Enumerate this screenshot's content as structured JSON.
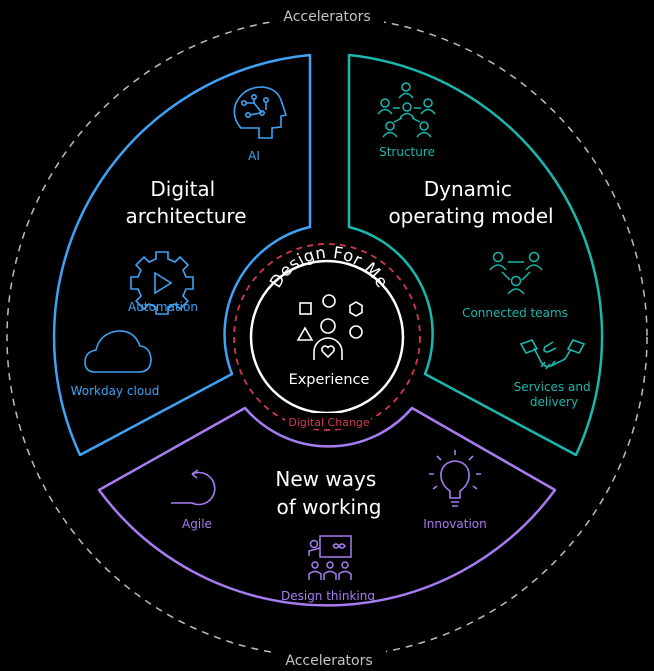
{
  "outer_label_top": "Accelerators",
  "outer_label_bottom": "Accelerators",
  "segments": {
    "digital_architecture": {
      "title_lines": [
        "Digital",
        "architecture"
      ],
      "color": "#3ea3f5",
      "items": {
        "ai": "AI",
        "automation": "Automation",
        "workday_cloud": "Workday cloud"
      }
    },
    "dynamic_operating_model": {
      "title_lines": [
        "Dynamic",
        "operating model"
      ],
      "color": "#1bb6ad",
      "items": {
        "structure": "Structure",
        "connected_teams": "Connected teams",
        "services_line1": "Services and",
        "services_line2": "delivery"
      }
    },
    "new_ways_of_working": {
      "title_lines": [
        "New ways",
        "of working"
      ],
      "color": "#a77cf0",
      "items": {
        "agile": "Agile",
        "innovation": "Innovation",
        "design_thinking": "Design thinking"
      }
    }
  },
  "center": {
    "arc_title": "Design For Me",
    "label": "Experience",
    "ring_label": "Digital Change",
    "ring_color": "#d3374e"
  },
  "icons": [
    "brain-circuit-icon",
    "gear-play-icon",
    "cloud-icon",
    "org-chart-icon",
    "connected-people-icon",
    "handshake-icon",
    "loop-arrow-icon",
    "lightbulb-icon",
    "presentation-group-icon",
    "shapes-icon",
    "person-heart-icon"
  ]
}
